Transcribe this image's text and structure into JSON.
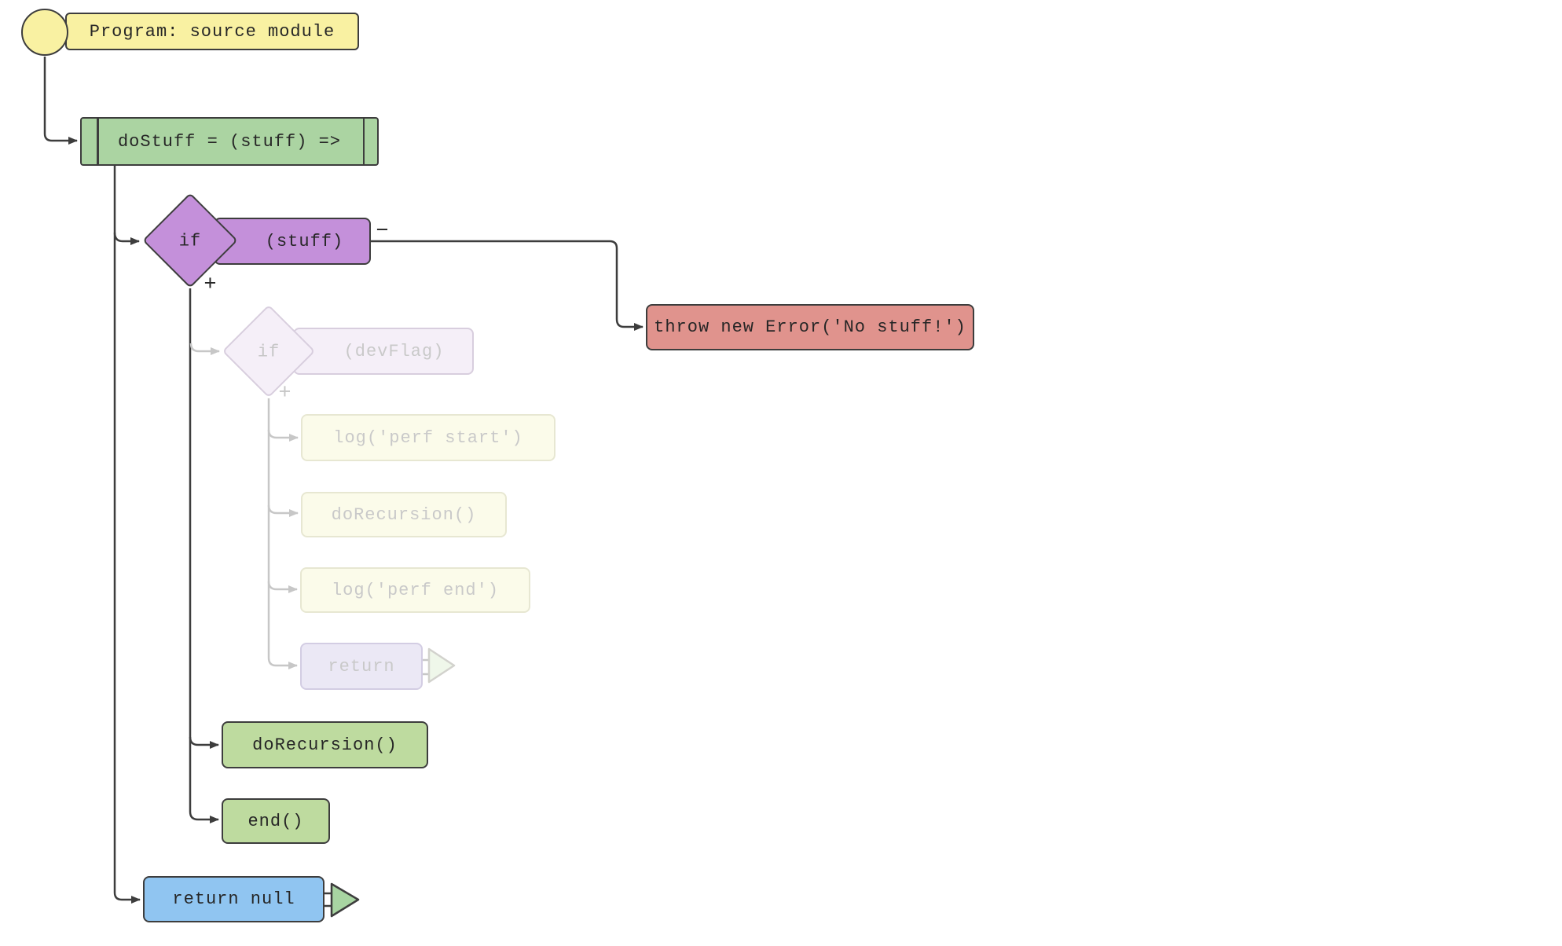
{
  "diagram": {
    "type": "flowchart",
    "description": "Code flowchart of a source module",
    "nodes": {
      "program": {
        "label": "Program: source module",
        "shape": "rounded-rect-with-circle",
        "fill": "#f9f1a2",
        "faded": false
      },
      "function": {
        "label": "doStuff = (stuff) =>",
        "shape": "function-rect",
        "fill": "#abd4a2",
        "faded": false
      },
      "if_stuff": {
        "keyword": "if",
        "condition": "(stuff)",
        "shape": "diamond",
        "fill": "#c490da",
        "faded": false
      },
      "throw_error": {
        "label": "throw new Error('No stuff!')",
        "shape": "rect",
        "fill": "#e0938d",
        "faded": false
      },
      "if_devflag": {
        "keyword": "if",
        "condition": "(devFlag)",
        "shape": "diamond",
        "fill": "#f5eff8",
        "faded": true
      },
      "log_perf_start": {
        "label": "log('perf start')",
        "shape": "rect",
        "fill": "#fbfbea",
        "faded": true
      },
      "do_recursion_faded": {
        "label": "doRecursion()",
        "shape": "rect",
        "fill": "#fbfbea",
        "faded": true
      },
      "log_perf_end": {
        "label": "log('perf end')",
        "shape": "rect",
        "fill": "#fbfbea",
        "faded": true
      },
      "return_faded": {
        "label": "return",
        "shape": "rect-with-pointer",
        "fill": "#ebe8f5",
        "faded": true
      },
      "do_recursion": {
        "label": "doRecursion()",
        "shape": "rect",
        "fill": "#bedb9f",
        "faded": false
      },
      "end_call": {
        "label": "end()",
        "shape": "rect",
        "fill": "#bedb9f",
        "faded": false
      },
      "return_null": {
        "label": "return null",
        "shape": "rect-with-pointer",
        "fill": "#90c5f1",
        "faded": false
      }
    },
    "branch_labels": {
      "negative": "−",
      "positive": "+",
      "positive_faded": "+"
    },
    "icons": {
      "start": "circle",
      "return_pointer": "triangle-right",
      "return_null_pointer": "triangle-right"
    },
    "edges": [
      {
        "from": "program",
        "to": "function",
        "faded": false
      },
      {
        "from": "function",
        "to": "if_stuff",
        "faded": false
      },
      {
        "from": "if_stuff",
        "to": "throw_error",
        "branch": "−",
        "faded": false
      },
      {
        "from": "if_stuff",
        "to": "if_devflag",
        "branch": "+",
        "faded": true
      },
      {
        "from": "if_devflag",
        "to": "log_perf_start",
        "branch": "+",
        "faded": true
      },
      {
        "from": "if_devflag",
        "to": "do_recursion_faded",
        "faded": true
      },
      {
        "from": "if_devflag",
        "to": "log_perf_end",
        "faded": true
      },
      {
        "from": "if_devflag",
        "to": "return_faded",
        "faded": true
      },
      {
        "from": "if_stuff",
        "to": "do_recursion",
        "branch": "+",
        "faded": false
      },
      {
        "from": "if_stuff",
        "to": "end_call",
        "faded": false
      },
      {
        "from": "function",
        "to": "return_null",
        "faded": false
      }
    ],
    "colors": {
      "program_fill": "#f9f1a2",
      "function_fill": "#abd4a2",
      "condition_fill": "#c490da",
      "throw_fill": "#e0938d",
      "call_fill": "#bedb9f",
      "return_fill": "#90c5f1",
      "pointer_fill": "#a8d5a2",
      "stroke": "#3d3d3d",
      "faded_stroke": "#c7c7c7",
      "faded_text": "#c9c9c9",
      "background": "#ffffff"
    }
  }
}
